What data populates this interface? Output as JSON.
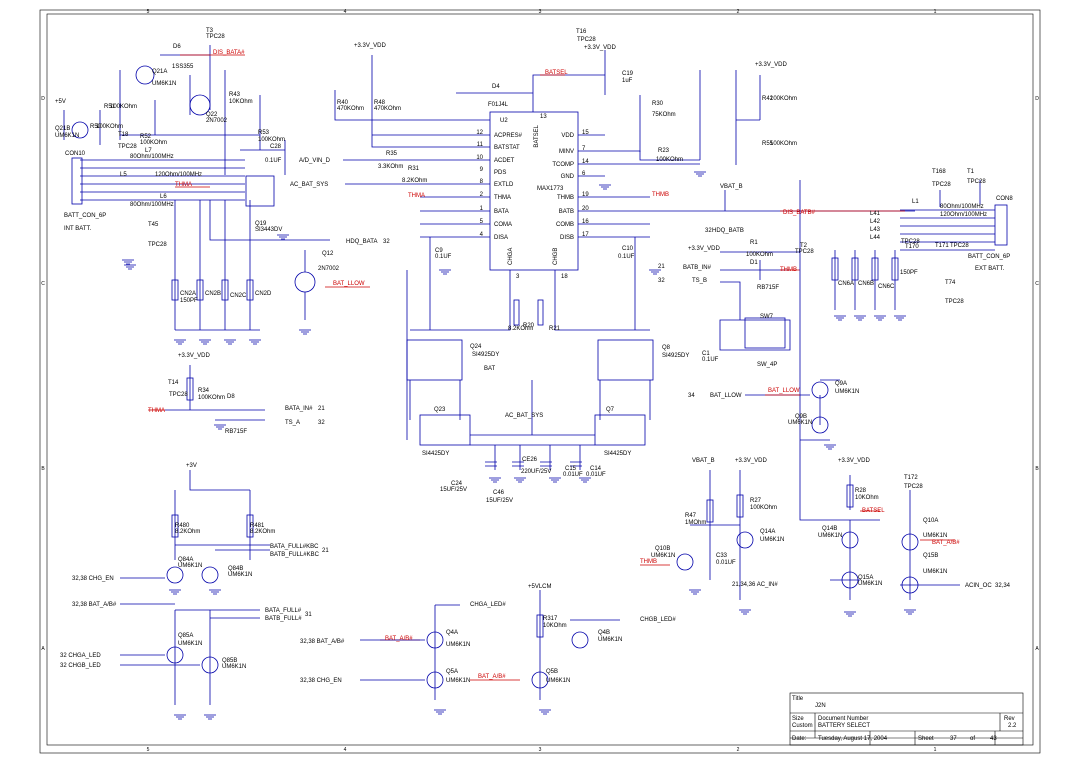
{
  "border": {
    "cols": [
      "5",
      "4",
      "3",
      "2",
      "1"
    ],
    "rows": [
      "D",
      "C",
      "B",
      "A"
    ]
  },
  "title_block": {
    "title_label": "Title",
    "title": "J2N",
    "size_label": "Size",
    "size": "Custom",
    "docnum_label": "Document Number",
    "docnum": "BATTERY SELECT",
    "rev_label": "Rev",
    "rev": "2.2",
    "date_label": "Date:",
    "date": "Tuesday, August 17, 2004",
    "sheet_label": "Sheet",
    "sheet": "37",
    "of_label": "of",
    "total": "43"
  },
  "ic": {
    "ref": "U2",
    "part": "MAX1773",
    "pins_left": [
      {
        "num": "12",
        "name": "ACPRES#"
      },
      {
        "num": "11",
        "name": "BATSTAT"
      },
      {
        "num": "10",
        "name": "ACDET"
      },
      {
        "num": "9",
        "name": "PDS"
      },
      {
        "num": "8",
        "name": "EXTLD"
      },
      {
        "num": "2",
        "name": "THMA"
      },
      {
        "num": "1",
        "name": "BATA"
      },
      {
        "num": "5",
        "name": "COMA"
      },
      {
        "num": "4",
        "name": "DISA"
      }
    ],
    "pins_right": [
      {
        "num": "15",
        "name": "VDD"
      },
      {
        "num": "7",
        "name": "MINV"
      },
      {
        "num": "14",
        "name": "TCOMP"
      },
      {
        "num": "6",
        "name": "GND"
      },
      {
        "num": "19",
        "name": "THMB"
      },
      {
        "num": "20",
        "name": "BATB"
      },
      {
        "num": "16",
        "name": "COMB"
      },
      {
        "num": "17",
        "name": "DISB"
      }
    ],
    "top_pin": {
      "num": "13",
      "name": "BATSEL"
    },
    "bottom_pins": [
      {
        "num": "3",
        "name": "CHGA"
      },
      {
        "num": "18",
        "name": "CHGB"
      }
    ]
  },
  "labels": [
    {
      "id": "t3",
      "text": "T3"
    },
    {
      "id": "tpc28a",
      "text": "TPC28"
    },
    {
      "id": "d6",
      "text": "D6"
    },
    {
      "id": "ss",
      "text": "1SS355"
    },
    {
      "id": "disbata",
      "text": "DIS_BATA#"
    },
    {
      "id": "q21a",
      "text": "Q21A"
    },
    {
      "id": "um21a",
      "text": "UM6K1N"
    },
    {
      "id": "r43",
      "text": "R43"
    },
    {
      "id": "r43v",
      "text": "10KOhm"
    },
    {
      "id": "q22",
      "text": "Q22"
    },
    {
      "id": "q22p",
      "text": "2N7002"
    },
    {
      "id": "r53",
      "text": "R53"
    },
    {
      "id": "r53v",
      "text": "100KOhm"
    },
    {
      "id": "c28",
      "text": "C28"
    },
    {
      "id": "c28v",
      "text": "0.1UF"
    },
    {
      "id": "q19",
      "text": "Q19"
    },
    {
      "id": "q19p",
      "text": "SI3443DV"
    },
    {
      "id": "p5v",
      "text": "+5V"
    },
    {
      "id": "r51",
      "text": "R51"
    },
    {
      "id": "r51v",
      "text": "100KOhm"
    },
    {
      "id": "r50",
      "text": "R50"
    },
    {
      "id": "r50v",
      "text": "100KOhm"
    },
    {
      "id": "q21b",
      "text": "Q21B"
    },
    {
      "id": "um21b",
      "text": "UM6K1N"
    },
    {
      "id": "t18",
      "text": "T18"
    },
    {
      "id": "tpc28b",
      "text": "TPC28"
    },
    {
      "id": "r52",
      "text": "R52"
    },
    {
      "id": "r52v",
      "text": "100KOhm"
    },
    {
      "id": "l7",
      "text": "L7"
    },
    {
      "id": "l7v",
      "text": "80Ohm/100MHz"
    },
    {
      "id": "con10",
      "text": "CON10"
    },
    {
      "id": "battcon",
      "text": "BATT_CON_6P"
    },
    {
      "id": "intbatt",
      "text": "INT BATT."
    },
    {
      "id": "t45",
      "text": "T45"
    },
    {
      "id": "tpc28c",
      "text": "TPC28"
    },
    {
      "id": "l5",
      "text": "L5"
    },
    {
      "id": "l5v",
      "text": "120Ohm/100MHz"
    },
    {
      "id": "l6",
      "text": "L6"
    },
    {
      "id": "l6v",
      "text": "80Ohm/100MHz"
    },
    {
      "id": "thma1",
      "text": "THMA"
    },
    {
      "id": "cn2a",
      "text": "CN2A"
    },
    {
      "id": "cn2b",
      "text": "CN2B"
    },
    {
      "id": "cn2c",
      "text": "CN2C"
    },
    {
      "id": "cn2d",
      "text": "CN2D"
    },
    {
      "id": "c150",
      "text": "150PF"
    },
    {
      "id": "hdqa",
      "text": "HDQ_BATA"
    },
    {
      "id": "n32a",
      "text": "32"
    },
    {
      "id": "q12",
      "text": "Q12"
    },
    {
      "id": "q12p",
      "text": "2N7002"
    },
    {
      "id": "batllow1",
      "text": "BAT_LLOW"
    },
    {
      "id": "v33a",
      "text": "+3.3V_VDD"
    },
    {
      "id": "r40",
      "text": "R40"
    },
    {
      "id": "r40v",
      "text": "470KOhm"
    },
    {
      "id": "r48",
      "text": "R48"
    },
    {
      "id": "r48v",
      "text": "470KOhm"
    },
    {
      "id": "advin",
      "text": "A/D_VIN_D"
    },
    {
      "id": "r35",
      "text": "R35"
    },
    {
      "id": "r35v",
      "text": "3.3KOhm"
    },
    {
      "id": "r31",
      "text": "R31"
    },
    {
      "id": "r31v",
      "text": "8.2KOhm"
    },
    {
      "id": "acbatsys",
      "text": "AC_BAT_SYS"
    },
    {
      "id": "thma2",
      "text": "THMA"
    },
    {
      "id": "c9",
      "text": "C9"
    },
    {
      "id": "c9v",
      "text": "0.1UF"
    },
    {
      "id": "d4",
      "text": "D4"
    },
    {
      "id": "d4p",
      "text": "F01J4L"
    },
    {
      "id": "batsel1",
      "text": "BATSEL"
    },
    {
      "id": "t16",
      "text": "T16"
    },
    {
      "id": "tpc28d",
      "text": "TPC28"
    },
    {
      "id": "v33b",
      "text": "+3.3V_VDD"
    },
    {
      "id": "c19",
      "text": "C19"
    },
    {
      "id": "c19v",
      "text": "1uF"
    },
    {
      "id": "r30",
      "text": "R30"
    },
    {
      "id": "r30v",
      "text": "75KOhm"
    },
    {
      "id": "r23",
      "text": "R23"
    },
    {
      "id": "r23v",
      "text": "100KOhm"
    },
    {
      "id": "thmb1",
      "text": "THMB"
    },
    {
      "id": "c10",
      "text": "C10"
    },
    {
      "id": "c10v",
      "text": "0.1UF"
    },
    {
      "id": "n21",
      "text": "21"
    },
    {
      "id": "n32b",
      "text": "32"
    },
    {
      "id": "r20",
      "text": "R20"
    },
    {
      "id": "r21",
      "text": "R21"
    },
    {
      "id": "r2021v",
      "text": "8.2KOhm"
    },
    {
      "id": "q24",
      "text": "Q24"
    },
    {
      "id": "q24p",
      "text": "SI4925DY"
    },
    {
      "id": "q8",
      "text": "Q8"
    },
    {
      "id": "q8p",
      "text": "SI4925DY"
    },
    {
      "id": "bat",
      "text": "BAT"
    },
    {
      "id": "q23",
      "text": "Q23"
    },
    {
      "id": "q23p",
      "text": "SI4425DY"
    },
    {
      "id": "q7",
      "text": "Q7"
    },
    {
      "id": "q7p",
      "text": "SI4425DY"
    },
    {
      "id": "acbatsys2",
      "text": "AC_BAT_SYS"
    },
    {
      "id": "ce26",
      "text": "CE26"
    },
    {
      "id": "ce26v",
      "text": "220UF/25V"
    },
    {
      "id": "c15",
      "text": "C15"
    },
    {
      "id": "c15v",
      "text": "0.01UF"
    },
    {
      "id": "c14",
      "text": "C14"
    },
    {
      "id": "c14v",
      "text": "0.01UF"
    },
    {
      "id": "c24",
      "text": "C24"
    },
    {
      "id": "c24v",
      "text": "15UF/25V"
    },
    {
      "id": "c46",
      "text": "C46"
    },
    {
      "id": "c46v",
      "text": "15UF/25V"
    },
    {
      "id": "v33c",
      "text": "+3.3V_VDD"
    },
    {
      "id": "t14",
      "text": "T14"
    },
    {
      "id": "tpc28e",
      "text": "TPC28"
    },
    {
      "id": "r34",
      "text": "R34"
    },
    {
      "id": "r34v",
      "text": "100KOhm"
    },
    {
      "id": "d8",
      "text": "D8"
    },
    {
      "id": "rb715a",
      "text": "RB715F"
    },
    {
      "id": "thma3",
      "text": "THMA"
    },
    {
      "id": "batain",
      "text": "BATA_IN#"
    },
    {
      "id": "n21b",
      "text": "21"
    },
    {
      "id": "tsa",
      "text": "TS_A"
    },
    {
      "id": "n32c",
      "text": "32"
    },
    {
      "id": "v33d",
      "text": "+3.3V_VDD"
    },
    {
      "id": "r42",
      "text": "R42"
    },
    {
      "id": "r42v",
      "text": "100KOhm"
    },
    {
      "id": "r55",
      "text": "R55"
    },
    {
      "id": "r55v",
      "text": "100KOhm"
    },
    {
      "id": "t168",
      "text": "T168"
    },
    {
      "id": "tpc28f",
      "text": "TPC28"
    },
    {
      "id": "t1",
      "text": "T1"
    },
    {
      "id": "tpc28g",
      "text": "TPC28"
    },
    {
      "id": "vbatb",
      "text": "VBAT_B"
    },
    {
      "id": "l1",
      "text": "L1"
    },
    {
      "id": "l1v",
      "text": "80Ohm/100MHz"
    },
    {
      "id": "con8",
      "text": "CON8"
    },
    {
      "id": "disbatb",
      "text": "DIS_BATB#"
    },
    {
      "id": "l41",
      "text": "L41"
    },
    {
      "id": "l42",
      "text": "L42"
    },
    {
      "id": "l43",
      "text": "L43"
    },
    {
      "id": "l44",
      "text": "L44"
    },
    {
      "id": "l120",
      "text": "120Ohm/100MHz"
    },
    {
      "id": "hdqbatb",
      "text": "HDQ_BATB"
    },
    {
      "id": "n32d",
      "text": "32"
    },
    {
      "id": "tpc28h",
      "text": "TPC28"
    },
    {
      "id": "t170",
      "text": "T170"
    },
    {
      "id": "t171",
      "text": "T171"
    },
    {
      "id": "tpc28i",
      "text": "TPC28"
    },
    {
      "id": "battcon2",
      "text": "BATT_CON_6P"
    },
    {
      "id": "extbatt",
      "text": "EXT BATT."
    },
    {
      "id": "v33e",
      "text": "+3.3V_VDD"
    },
    {
      "id": "r1",
      "text": "R1"
    },
    {
      "id": "r1v",
      "text": "100KOhm"
    },
    {
      "id": "t2",
      "text": "T2"
    },
    {
      "id": "tpc28j",
      "text": "TPC28"
    },
    {
      "id": "batbin",
      "text": "BATB_IN#"
    },
    {
      "id": "d1",
      "text": "D1"
    },
    {
      "id": "thmb2",
      "text": "THMB"
    },
    {
      "id": "tsb",
      "text": "TS_B"
    },
    {
      "id": "rb715b",
      "text": "RB715F"
    },
    {
      "id": "cn6a",
      "text": "CN6A"
    },
    {
      "id": "cn6b",
      "text": "CN6B"
    },
    {
      "id": "cn6c",
      "text": "CN6C"
    },
    {
      "id": "c150b",
      "text": "150PF"
    },
    {
      "id": "t74",
      "text": "T74"
    },
    {
      "id": "tpc28k",
      "text": "TPC28"
    },
    {
      "id": "sw7",
      "text": "SW7"
    },
    {
      "id": "sw4p",
      "text": "SW_4P"
    },
    {
      "id": "c1",
      "text": "C1"
    },
    {
      "id": "c1v",
      "text": "0.1UF"
    },
    {
      "id": "n34",
      "text": "34"
    },
    {
      "id": "batllow2",
      "text": "BAT_LLOW"
    },
    {
      "id": "batllowr",
      "text": "BAT_LLOW"
    },
    {
      "id": "q9a",
      "text": "Q9A"
    },
    {
      "id": "um9a",
      "text": "UM6K1N"
    },
    {
      "id": "q9b",
      "text": "Q9B"
    },
    {
      "id": "um9b",
      "text": "UM6K1N"
    },
    {
      "id": "p3v",
      "text": "+3V"
    },
    {
      "id": "r480",
      "text": "R480"
    },
    {
      "id": "r480v",
      "text": "8.2KOhm"
    },
    {
      "id": "r481",
      "text": "R481"
    },
    {
      "id": "r481v",
      "text": "8.2KOhm"
    },
    {
      "id": "batafull",
      "text": "BATA_FULL#KBC"
    },
    {
      "id": "batbfull",
      "text": "BATB_FULL#KBC"
    },
    {
      "id": "n21c",
      "text": "21"
    },
    {
      "id": "q84a",
      "text": "Q84A"
    },
    {
      "id": "um84a",
      "text": "UM6K1N"
    },
    {
      "id": "q84b",
      "text": "Q84B"
    },
    {
      "id": "um84b",
      "text": "UM6K1N"
    },
    {
      "id": "chgen1",
      "text": "32,38  CHG_EN"
    },
    {
      "id": "batab1",
      "text": "32,38  BAT_A/B#"
    },
    {
      "id": "batafull2",
      "text": "BATA_FULL#"
    },
    {
      "id": "batbfull2",
      "text": "BATB_FULL#"
    },
    {
      "id": "n31",
      "text": "31"
    },
    {
      "id": "q85a",
      "text": "Q85A"
    },
    {
      "id": "um85a",
      "text": "UM6K1N"
    },
    {
      "id": "q85b",
      "text": "Q85B"
    },
    {
      "id": "um85b",
      "text": "UM6K1N"
    },
    {
      "id": "chgaled",
      "text": "32   CHGA_LED"
    },
    {
      "id": "chgbled",
      "text": "32   CHGB_LED"
    },
    {
      "id": "v5lcm",
      "text": "+5VLCM"
    },
    {
      "id": "chgaled2",
      "text": "CHGA_LED#"
    },
    {
      "id": "chgbled2",
      "text": "CHGB_LED#"
    },
    {
      "id": "r317",
      "text": "R317"
    },
    {
      "id": "r317v",
      "text": "10KOhm"
    },
    {
      "id": "batab2",
      "text": "32,38  BAT_A/B#"
    },
    {
      "id": "batabr",
      "text": "BAT_A/B#"
    },
    {
      "id": "q4a",
      "text": "Q4A"
    },
    {
      "id": "um4a",
      "text": "UM6K1N"
    },
    {
      "id": "q4b",
      "text": "Q4B"
    },
    {
      "id": "um4b",
      "text": "UM6K1N"
    },
    {
      "id": "chgen2",
      "text": "32,38  CHG_EN"
    },
    {
      "id": "q5a",
      "text": "Q5A"
    },
    {
      "id": "um5a",
      "text": "UM6K1N"
    },
    {
      "id": "q5b",
      "text": "Q5B"
    },
    {
      "id": "um5b",
      "text": "UM6K1N"
    },
    {
      "id": "batabr2",
      "text": "BAT_A/B#"
    },
    {
      "id": "vbatb2",
      "text": "VBAT_B"
    },
    {
      "id": "v33f",
      "text": "+3.3V_VDD"
    },
    {
      "id": "v33g",
      "text": "+3.3V_VDD"
    },
    {
      "id": "r47",
      "text": "R47"
    },
    {
      "id": "r47v",
      "text": "1MOhm"
    },
    {
      "id": "r27",
      "text": "R27"
    },
    {
      "id": "r27v",
      "text": "100KOhm"
    },
    {
      "id": "r28",
      "text": "R28"
    },
    {
      "id": "r28v",
      "text": "10KOhm"
    },
    {
      "id": "q14a",
      "text": "Q14A"
    },
    {
      "id": "um14a",
      "text": "UM6K1N"
    },
    {
      "id": "q14b",
      "text": "Q14B"
    },
    {
      "id": "um14b",
      "text": "UM6K1N"
    },
    {
      "id": "batsel2",
      "text": "BATSEL"
    },
    {
      "id": "q10b",
      "text": "Q10B"
    },
    {
      "id": "um10b",
      "text": "UM6K1N"
    },
    {
      "id": "c33",
      "text": "C33"
    },
    {
      "id": "c33v",
      "text": "0.01UF"
    },
    {
      "id": "thmb3",
      "text": "THMB"
    },
    {
      "id": "acin",
      "text": "21,34,36  AC_IN#"
    },
    {
      "id": "q15a",
      "text": "Q15A"
    },
    {
      "id": "um15a",
      "text": "UM6K1N"
    },
    {
      "id": "t172",
      "text": "T172"
    },
    {
      "id": "tpc28l",
      "text": "TPC28"
    },
    {
      "id": "q10a",
      "text": "Q10A"
    },
    {
      "id": "um10a",
      "text": "UM6K1N"
    },
    {
      "id": "q15b",
      "text": "Q15B"
    },
    {
      "id": "um15b",
      "text": "UM6K1N"
    },
    {
      "id": "batab3",
      "text": "BAT_A/B#"
    },
    {
      "id": "acinoc",
      "text": "ACIN_OC"
    },
    {
      "id": "n3234",
      "text": "32,34"
    }
  ]
}
